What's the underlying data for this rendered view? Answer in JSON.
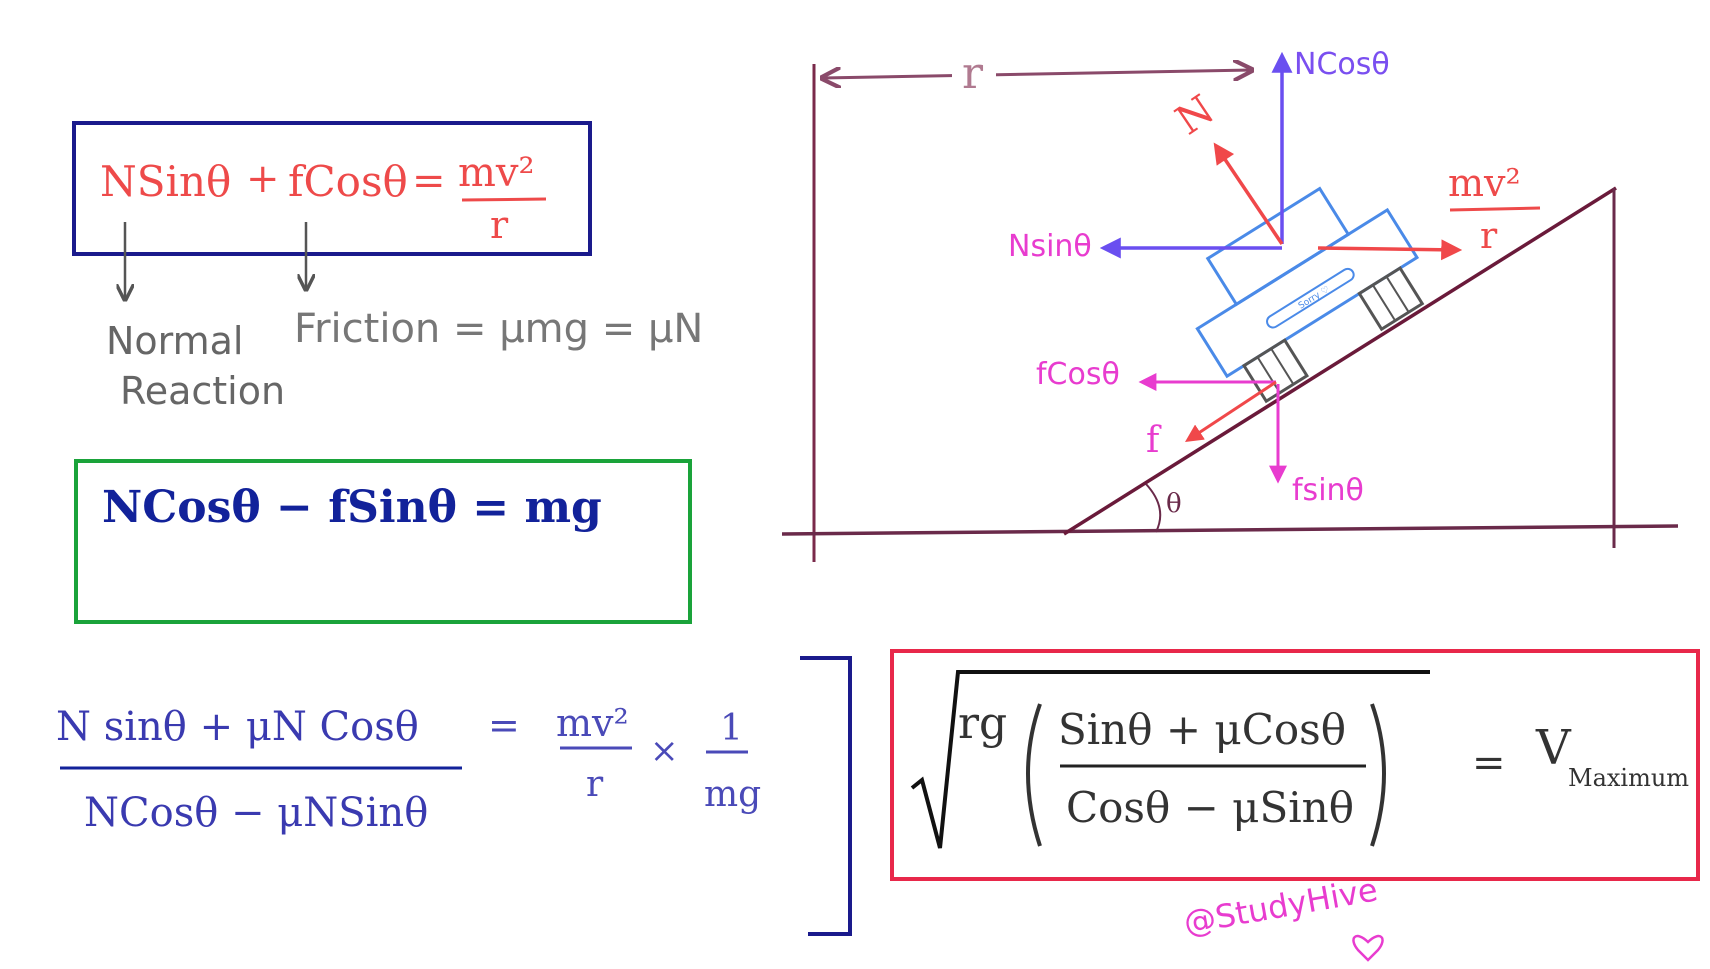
{
  "eq1": {
    "lhs_a": "NSinθ",
    "plus": "+",
    "lhs_b": "fCosθ",
    "eq": "=",
    "num": "mv²",
    "den": "r"
  },
  "annot": {
    "normal_1": "Normal",
    "normal_2": "Reaction",
    "friction": "Friction = μmg = μN"
  },
  "eq2": {
    "text": "NCosθ − fSinθ = mg"
  },
  "eq3": {
    "num": "N sinθ + μN Cosθ",
    "den": "NCosθ − μNSinθ",
    "eq": "=",
    "rhs1_num": "mv²",
    "rhs1_den": "r",
    "times": "×",
    "rhs2_num": "1",
    "rhs2_den": "mg"
  },
  "vmax": {
    "rg": "rg",
    "num": "Sinθ + μCosθ",
    "den": "Cosθ − μSinθ",
    "eq": "=",
    "v": "V",
    "sub": "Maximum"
  },
  "diagram": {
    "r": "r",
    "ncos": "NCosθ",
    "n": "N",
    "nsin": "Nsinθ",
    "mv2": "mv²",
    "mv2_den": "r",
    "fcos": "fCosθ",
    "f": "f",
    "fsin": "fsinθ",
    "theta": "θ",
    "car_label": "Sorry ♡"
  },
  "credit": {
    "text": "@StudyHive"
  },
  "colors": {
    "red": "#ee4a4a",
    "navy": "#12229a",
    "blue_hand": "#4a4ab8",
    "gray": "#666666",
    "maroon": "#7a2a4a",
    "magenta": "#e83ccf",
    "purple": "#7a4ff0",
    "car": "#4a8ae8",
    "box1": "#1a1a8c",
    "box2": "#1aa33a",
    "box3": "#e8284a"
  }
}
